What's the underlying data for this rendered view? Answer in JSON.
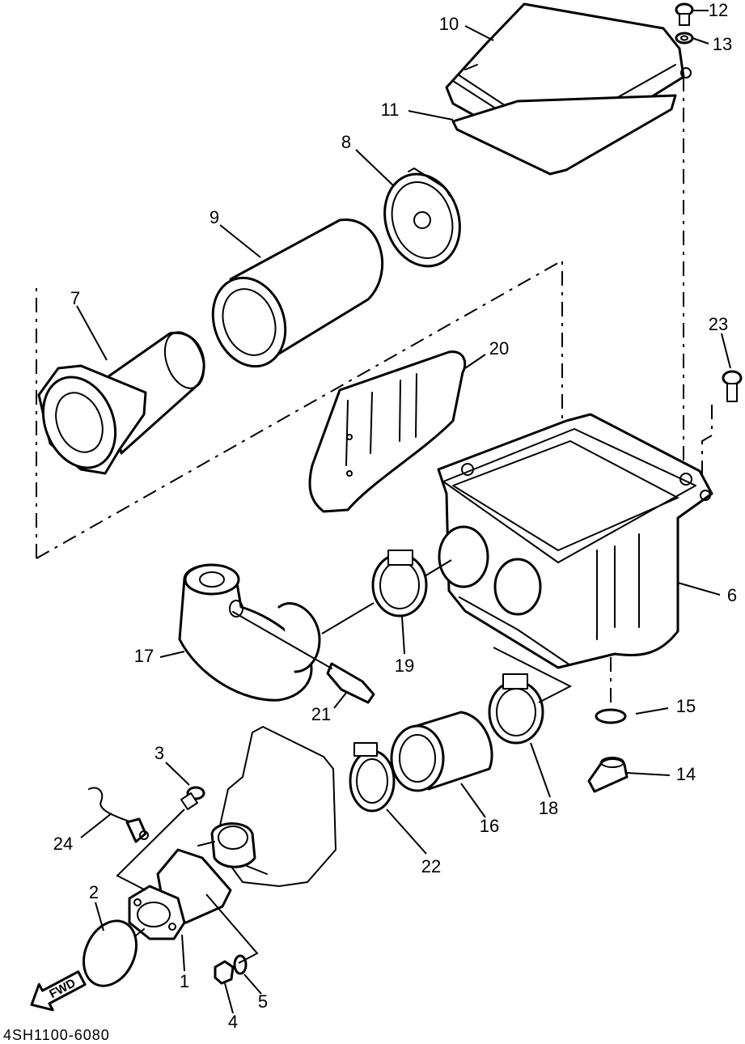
{
  "diagram": {
    "document_code": "4SH1100-6080",
    "direction_arrow_label": "FWD",
    "callouts": {
      "c1": "1",
      "c2": "2",
      "c3": "3",
      "c4": "4",
      "c5": "5",
      "c6": "6",
      "c7": "7",
      "c8": "8",
      "c9": "9",
      "c10": "10",
      "c11": "11",
      "c12": "12",
      "c13": "13",
      "c14": "14",
      "c15": "15",
      "c16": "16",
      "c17": "17",
      "c18": "18",
      "c19": "19",
      "c20": "20",
      "c21": "21",
      "c22": "22",
      "c23": "23",
      "c24": "24"
    }
  }
}
